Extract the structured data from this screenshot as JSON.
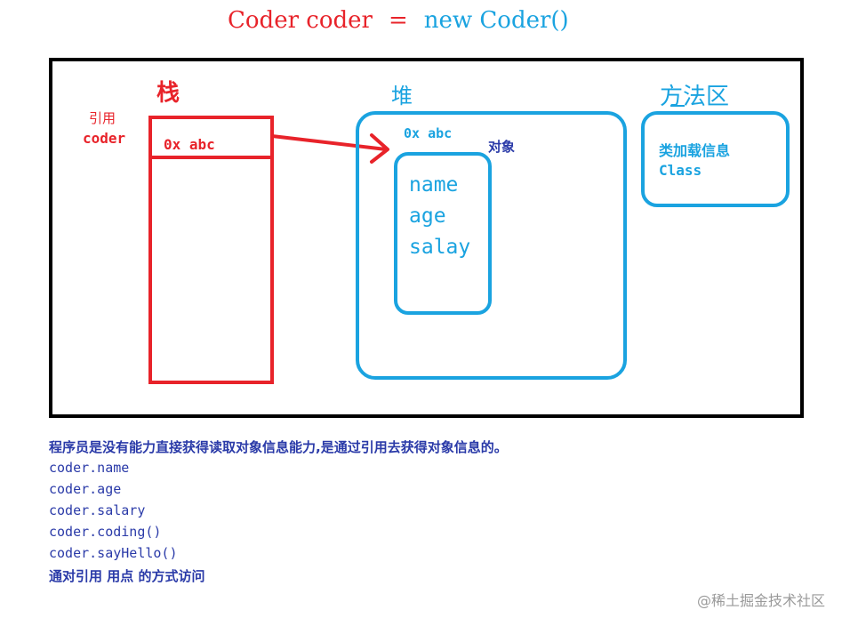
{
  "heading": {
    "left": "Coder coder",
    "equals": "=",
    "right": "new Coder()"
  },
  "stack": {
    "title": "栈",
    "reference_label": "引用",
    "reference_var": "coder",
    "address": "0x abc"
  },
  "heap": {
    "title": "堆",
    "address": "0x abc",
    "object_label": "对象",
    "fields": [
      "name",
      "age",
      "salay"
    ]
  },
  "method_area": {
    "title": "方法区",
    "class_info": "类加载信息",
    "class_name": "Class"
  },
  "notes": [
    "程序员是没有能力直接获得读取对象信息能力,是通过引用去获得对象信息的。",
    "coder.name",
    "coder.age",
    "coder.salary",
    "coder.coding()",
    "coder.sayHello()",
    "通对引用 用点 的方式访问"
  ],
  "watermark": "@稀土掘金技术社区",
  "colors": {
    "stack": "#e8232a",
    "heap": "#1aa3e0",
    "notes": "#2a3aa8",
    "frame": "#000000"
  }
}
